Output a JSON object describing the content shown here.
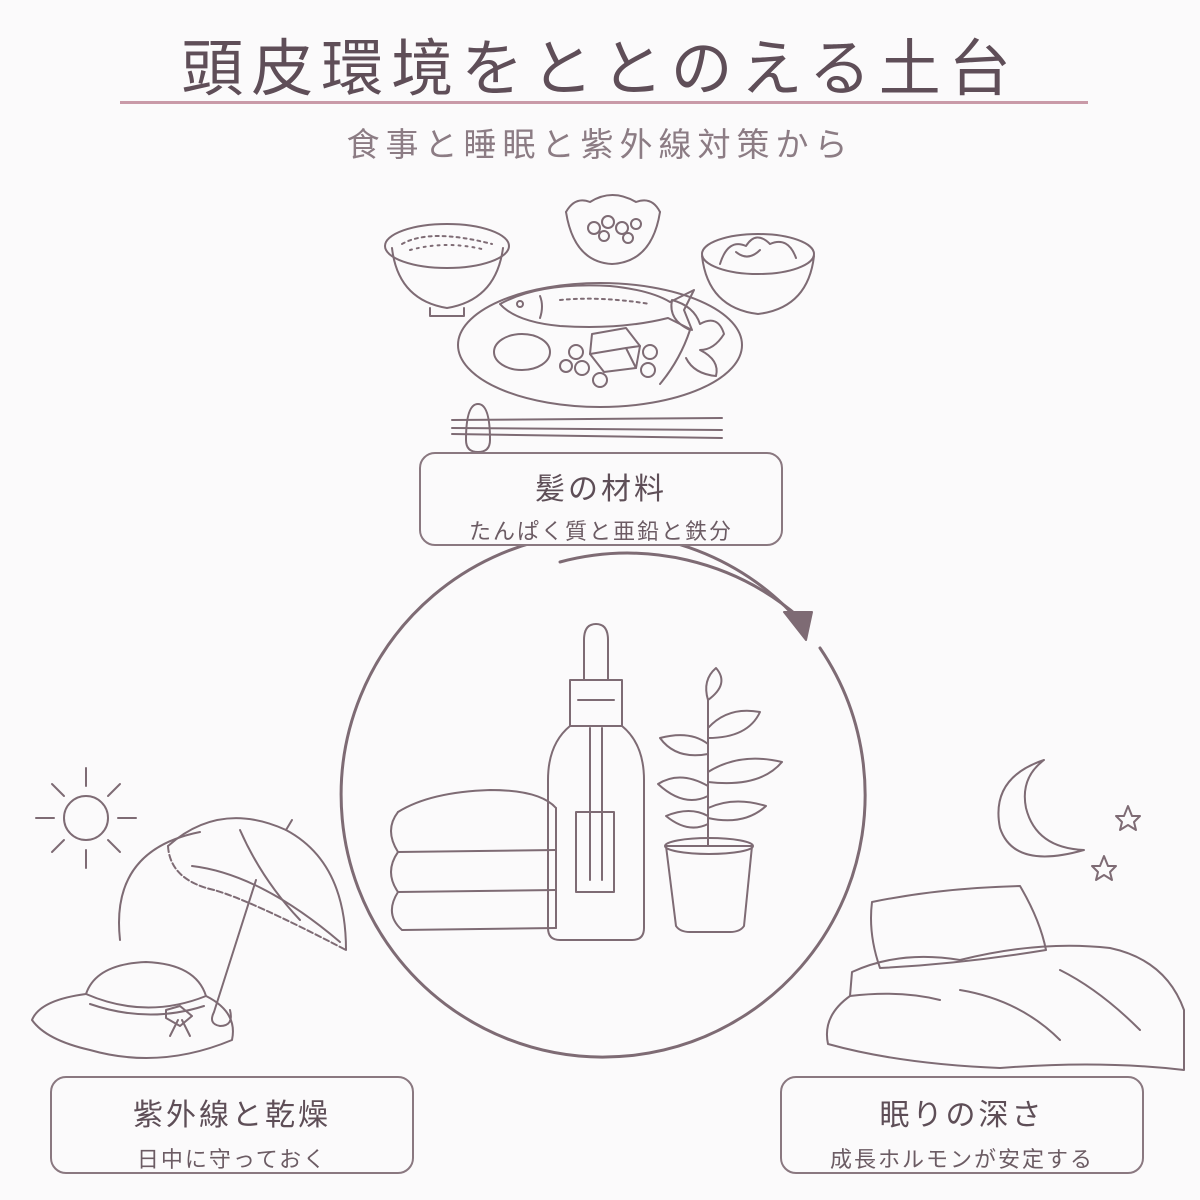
{
  "header": {
    "title": "頭皮環境をととのえる土台",
    "subtitle": "食事と睡眠と紫外線対策から"
  },
  "cards": {
    "food": {
      "title": "髪の材料",
      "sub": "たんぱく質と亜鉛と鉄分"
    },
    "uv": {
      "title": "紫外線と乾燥",
      "sub": "日中に守っておく"
    },
    "sleep": {
      "title": "眠りの深さ",
      "sub": "成長ホルモンが安定する"
    }
  },
  "colors": {
    "line": "#7e6b74",
    "accent": "#c99aa8",
    "text": "#5e4e57",
    "background": "#fbfafb"
  },
  "icons": [
    "rice-bowl-icon",
    "natto-bowl-icon",
    "side-dish-bowl-icon",
    "fish-plate-icon",
    "chopsticks-icon",
    "serum-bottle-icon",
    "towel-icon",
    "plant-icon",
    "sun-icon",
    "parasol-icon",
    "hat-icon",
    "moon-icon",
    "star-icon",
    "pillow-icon",
    "blanket-icon"
  ]
}
